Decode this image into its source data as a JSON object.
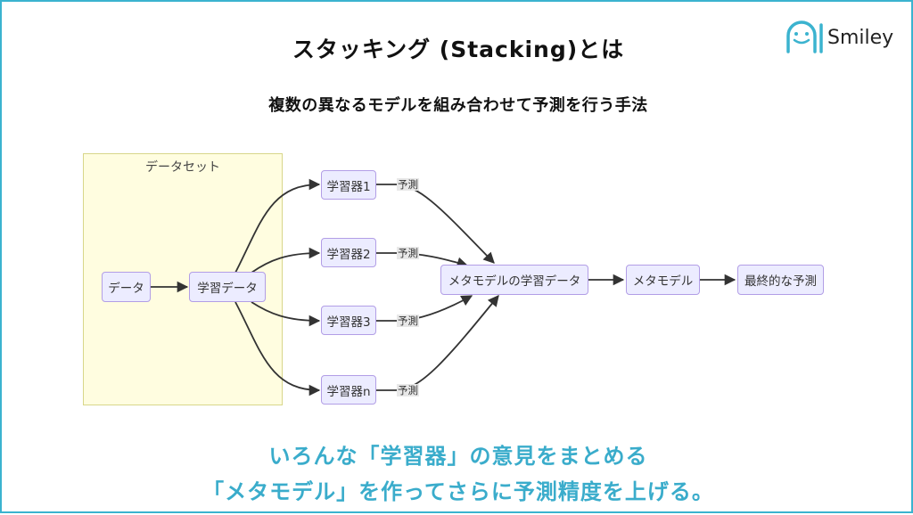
{
  "slide": {
    "title": "スタッキング (Stacking)とは",
    "subtitle": "複数の異なるモデルを組み合わせて予測を行う手法",
    "logo": {
      "icon": "ai-smiley-face-icon",
      "text": "Smiley",
      "color": "#3bb3cf"
    },
    "border_color": "#3bb3cf"
  },
  "diagram": {
    "cluster": {
      "label": "データセット",
      "fill": "#fffde0",
      "stroke": "#d8d68a"
    },
    "nodes": {
      "data": "データ",
      "training_data": "学習データ",
      "learner1": "学習器1",
      "learner2": "学習器2",
      "learner3": "学習器3",
      "learnern": "学習器n",
      "meta_training_data": "メタモデルの学習データ",
      "meta_model": "メタモデル",
      "final_prediction": "最終的な予測"
    },
    "edge_labels": {
      "learner1": "予測",
      "learner2": "予測",
      "learner3": "予測",
      "learnern": "予測"
    },
    "node_fill": "#ececff",
    "node_stroke": "#b29ee6",
    "edge_color": "#333333"
  },
  "footer": {
    "line1": "いろんな「学習器」の意見をまとめる",
    "line2": "「メタモデル」を作ってさらに予測精度を上げる。",
    "color": "#3aaccb"
  }
}
